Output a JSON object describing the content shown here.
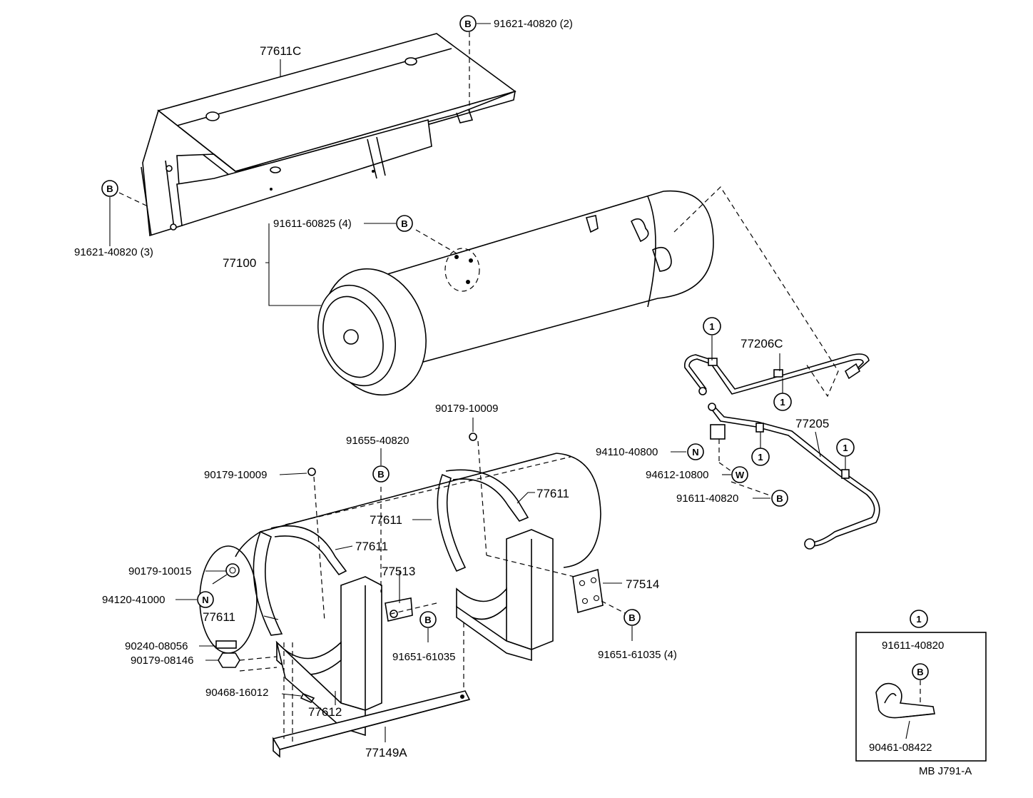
{
  "callouts": {
    "p77611C": "77611C",
    "p91621_top": "91621-40820 (2)",
    "p91621_left": "91621-40820 (3)",
    "p91611_60825": "91611-60825 (4)",
    "p77100": "77100",
    "p77206C": "77206C",
    "p77205": "77205",
    "p94110": "94110-40800",
    "p94612": "94612-10800",
    "p91611_40820": "91611-40820",
    "p90179_10009_r": "90179-10009",
    "p91655": "91655-40820",
    "p90179_10009_l": "90179-10009",
    "p77611_a": "77611",
    "p77611_b": "77611",
    "p77611_c": "77611",
    "p77611_d": "77611",
    "p77513": "77513",
    "p77514": "77514",
    "p90179_10015": "90179-10015",
    "p94120": "94120-41000",
    "p90240": "90240-08056",
    "p90179_08146": "90179-08146",
    "p91651_mid": "91651-61035",
    "p91651_right": "91651-61035 (4)",
    "p90468": "90468-16012",
    "p77612": "77612",
    "p77149A": "77149A"
  },
  "symbols": {
    "B": "B",
    "N": "N",
    "W": "W",
    "one": "1"
  },
  "inset": {
    "number": "1",
    "part_top": "91611-40820",
    "part_bottom": "90461-08422"
  },
  "footer": {
    "code": "MB  J791-A"
  }
}
